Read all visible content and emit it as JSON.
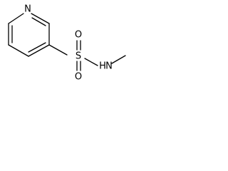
{
  "molecule": {
    "atoms": {
      "ring_nitrogen": "N",
      "sulfur": "S",
      "oxygen_top": "O",
      "oxygen_bottom": "O",
      "amide_nitrogen": "N",
      "amide_hydrogen": "H"
    },
    "colors": {
      "bond": "#000000",
      "label": "#000000",
      "background": "#ffffff"
    }
  }
}
